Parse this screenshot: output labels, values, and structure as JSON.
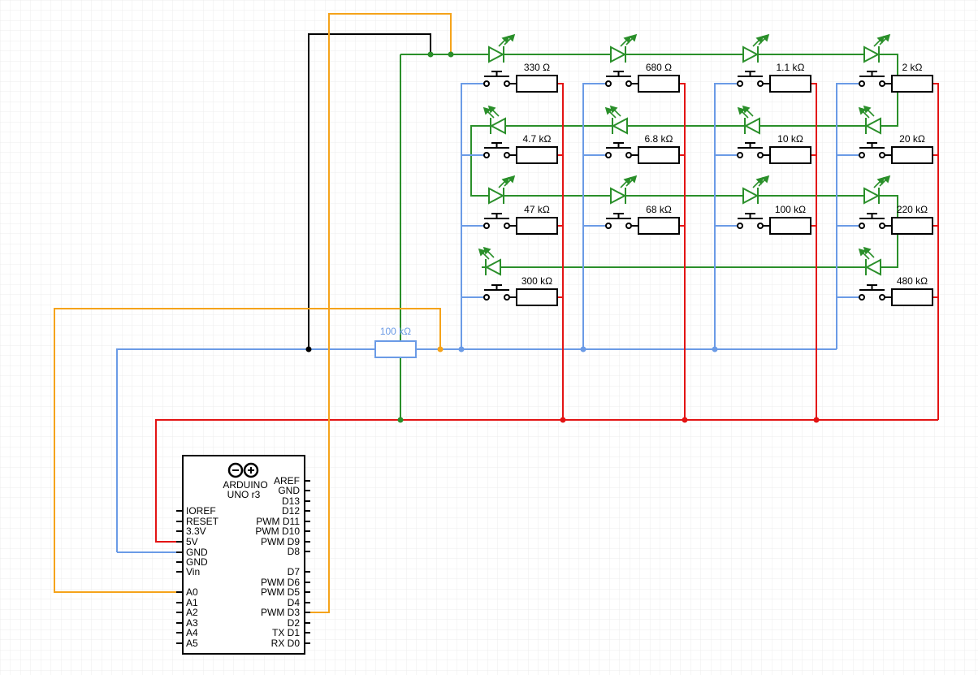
{
  "colors": {
    "grid": "#e6e6e6",
    "wire_green": "#2a8f2a",
    "wire_blue": "#6b9be6",
    "wire_red": "#e31414",
    "wire_orange": "#f5a31a",
    "wire_black": "#000000",
    "led": "#2a8f2a"
  },
  "resistor_labels": {
    "r1_1": "330 Ω",
    "r1_2": "680 Ω",
    "r1_3": "1.1 kΩ",
    "r1_4": "2 kΩ",
    "r2_1": "4.7 kΩ",
    "r2_2": "6.8 kΩ",
    "r2_3": "10 kΩ",
    "r2_4": "20 kΩ",
    "r3_1": "47 kΩ",
    "r3_2": "68 kΩ",
    "r3_3": "100 kΩ",
    "r3_4": "220 kΩ",
    "r4_1": "300 kΩ",
    "r4_4": "480 kΩ",
    "pulldown": "100 kΩ"
  },
  "arduino": {
    "name_line1": "ARDUINO",
    "name_line2": "UNO r3",
    "left_pins": [
      "IOREF",
      "RESET",
      "3.3V",
      "5V",
      "GND",
      "GND",
      "Vin",
      "A0",
      "A1",
      "A2",
      "A3",
      "A4",
      "A5"
    ],
    "right_pins": [
      "AREF",
      "GND",
      "D13",
      "D12",
      "PWM D11",
      "PWM D10",
      "PWM D9",
      "D8",
      "D7",
      "PWM D6",
      "PWM D5",
      "D4",
      "PWM D3",
      "D2",
      "TX D1",
      "RX D0"
    ]
  }
}
